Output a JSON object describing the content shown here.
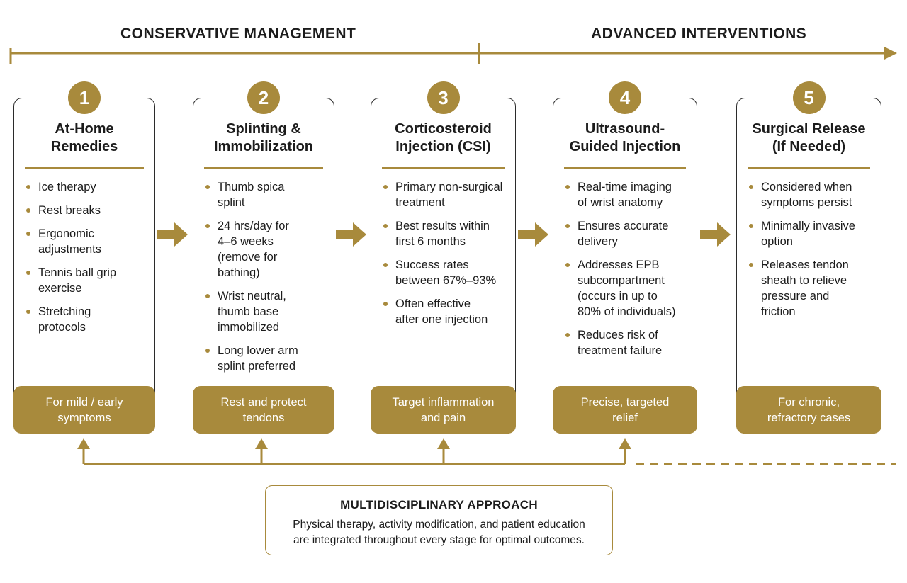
{
  "phases": {
    "left": "CONSERVATIVE MANAGEMENT",
    "right": "ADVANCED INTERVENTIONS"
  },
  "colors": {
    "accent": "#a88a3c",
    "text": "#1c1c1c",
    "border": "#2b2b2b"
  },
  "steps": [
    {
      "number": "1",
      "title": "At-Home\nRemedies",
      "bullets": [
        "Ice therapy",
        "Rest breaks",
        "Ergonomic\nadjustments",
        "Tennis ball grip\nexercise",
        "Stretching\nprotocols"
      ],
      "footer": "For mild / early\nsymptoms"
    },
    {
      "number": "2",
      "title": "Splinting &\nImmobilization",
      "bullets": [
        "Thumb spica\nsplint",
        "24 hrs/day for\n4–6 weeks\n(remove for\nbathing)",
        "Wrist neutral,\nthumb base\nimmobilized",
        "Long lower arm\nsplint preferred"
      ],
      "footer": "Rest and protect\ntendons"
    },
    {
      "number": "3",
      "title": "Corticosteroid\nInjection (CSI)",
      "bullets": [
        "Primary non-surgical\ntreatment",
        "Best results within\nfirst 6 months",
        "Success rates\nbetween 67%–93%",
        "Often effective\nafter one injection"
      ],
      "footer": "Target inflammation\nand pain"
    },
    {
      "number": "4",
      "title": "Ultrasound-\nGuided Injection",
      "bullets": [
        "Real-time imaging\nof wrist anatomy",
        "Ensures accurate\ndelivery",
        "Addresses EPB\nsubcompartment\n(occurs in up to\n80% of individuals)",
        "Reduces risk of\ntreatment failure"
      ],
      "footer": "Precise, targeted\nrelief"
    },
    {
      "number": "5",
      "title": "Surgical Release\n(If Needed)",
      "bullets": [
        "Considered when\nsymptoms persist",
        "Minimally invasive\noption",
        "Releases tendon\nsheath to relieve\npressure and\nfriction"
      ],
      "footer": "For chronic,\nrefractory cases"
    }
  ],
  "approach": {
    "title": "MULTIDISCIPLINARY APPROACH",
    "text": "Physical therapy, activity modification, and patient education\nare integrated throughout every stage for optimal outcomes."
  }
}
